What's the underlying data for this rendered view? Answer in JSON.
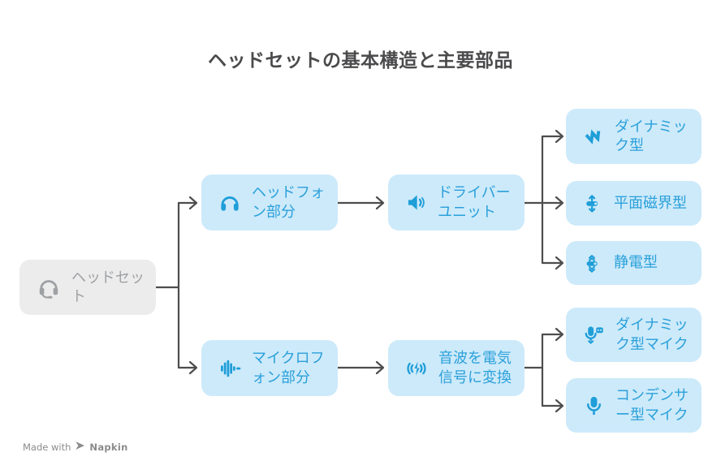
{
  "title": "ヘッドセットの基本構造と主要部品",
  "footer": {
    "made_with": "Made with",
    "brand": "Napkin",
    "logo_icon": "napkin-pen-icon"
  },
  "colors": {
    "background": "#ffffff",
    "node_blue_bg": "#cdeafa",
    "node_blue_text": "#2aa0da",
    "node_gray_bg": "#ececec",
    "node_gray_text": "#9fa1a4",
    "connector": "#4d4d4d",
    "title_text": "#4b4b4d"
  },
  "nodes": {
    "root": {
      "label": "ヘッドセット",
      "icon": "headset-icon"
    },
    "headphone": {
      "label": "ヘッドフォン部分",
      "icon": "headphones-icon"
    },
    "driver": {
      "label": "ドライバーユニット",
      "icon": "speaker-icon"
    },
    "dynamic": {
      "label": "ダイナミック型",
      "icon": "voice-coil-icon"
    },
    "planar": {
      "label": "平面磁界型",
      "icon": "planar-driver-icon"
    },
    "electrostatic": {
      "label": "静電型",
      "icon": "electrostatic-driver-icon"
    },
    "microphone": {
      "label": "マイクロフォン部分",
      "icon": "waveform-icon"
    },
    "conversion": {
      "label": "音波を電気信号に変換",
      "icon": "electric-signal-icon"
    },
    "dynamic_mic": {
      "label": "ダイナミック型マイク",
      "icon": "dynamic-mic-icon"
    },
    "condenser_mic": {
      "label": "コンデンサー型マイク",
      "icon": "condenser-mic-icon"
    }
  }
}
